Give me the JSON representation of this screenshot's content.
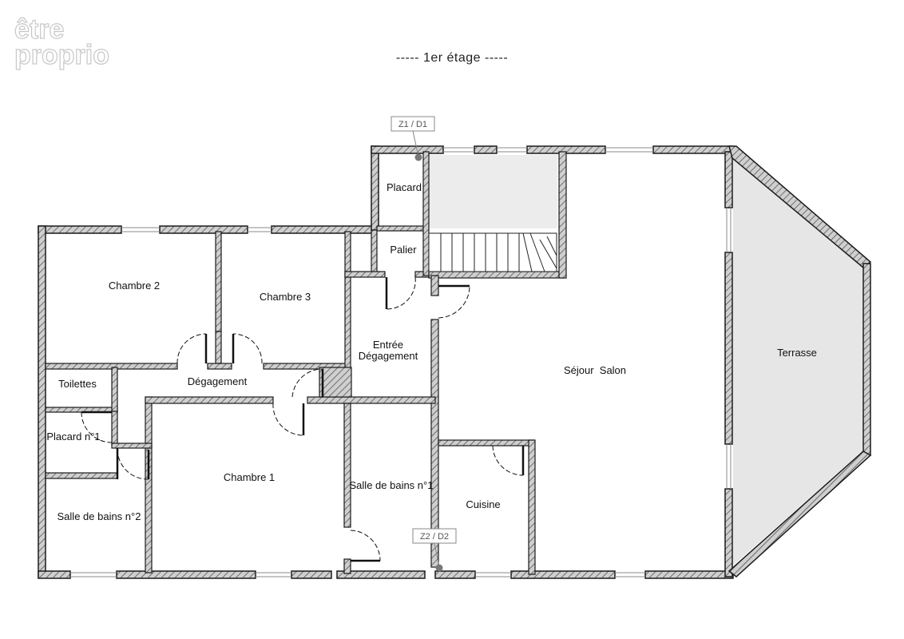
{
  "watermark": {
    "line1": "être",
    "line2": "proprio"
  },
  "header": {
    "title": "----- 1er étage -----"
  },
  "rooms": {
    "chambre_2": "Chambre 2",
    "chambre_3": "Chambre 3",
    "placard": "Placard",
    "palier": "Palier",
    "entree": "Entrée",
    "degagement_entree": "Dégagement",
    "degagement": "Dégagement",
    "toilettes": "Toilettes",
    "placard_1": "Placard n°1",
    "chambre_1": "Chambre 1",
    "salle_de_bains_1": "Salle de bains n°1",
    "salle_de_bains_2": "Salle de bains n°2",
    "cuisine": "Cuisine",
    "sejour_salon": "Séjour  Salon",
    "terrasse": "Terrasse"
  },
  "markers": {
    "z1": "Z1 / D1",
    "z2": "Z2 / D2"
  },
  "colors": {
    "wall_fill": "#bdbdbd",
    "wall_stroke": "#1a1a1a",
    "terrace": "#e6e6e6",
    "stair_area": "#ececec"
  }
}
